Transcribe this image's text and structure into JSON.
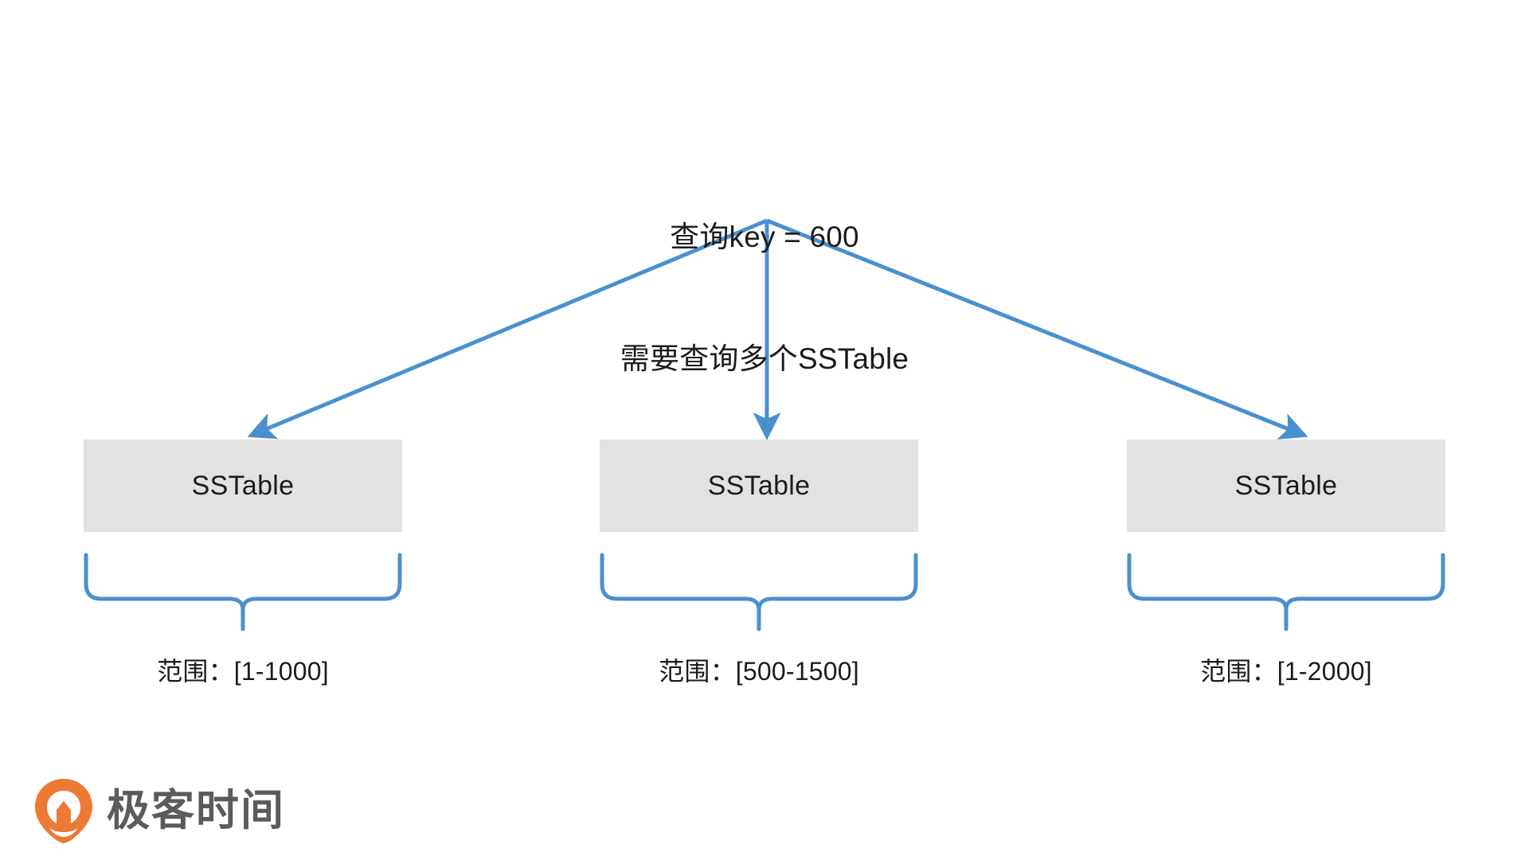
{
  "diagram": {
    "title_lines": [
      "查询key = 600",
      "需要查询多个SSTable"
    ],
    "accent_color": "#4a90cf",
    "box_fill_color": "#e2e2e2",
    "text_color": "#1c1c1c",
    "background_color": "#ffffff",
    "nodes": [
      {
        "label": "SSTable",
        "range_label": "范围：[1-1000]"
      },
      {
        "label": "SSTable",
        "range_label": "范围：[500-1500]"
      },
      {
        "label": "SSTable",
        "range_label": "范围：[1-2000]"
      }
    ]
  },
  "logo": {
    "text": "极客时间",
    "mark_color": "#ec7a33",
    "text_color": "#5b5b5b",
    "mark_icon": "geektime-pin-icon"
  }
}
